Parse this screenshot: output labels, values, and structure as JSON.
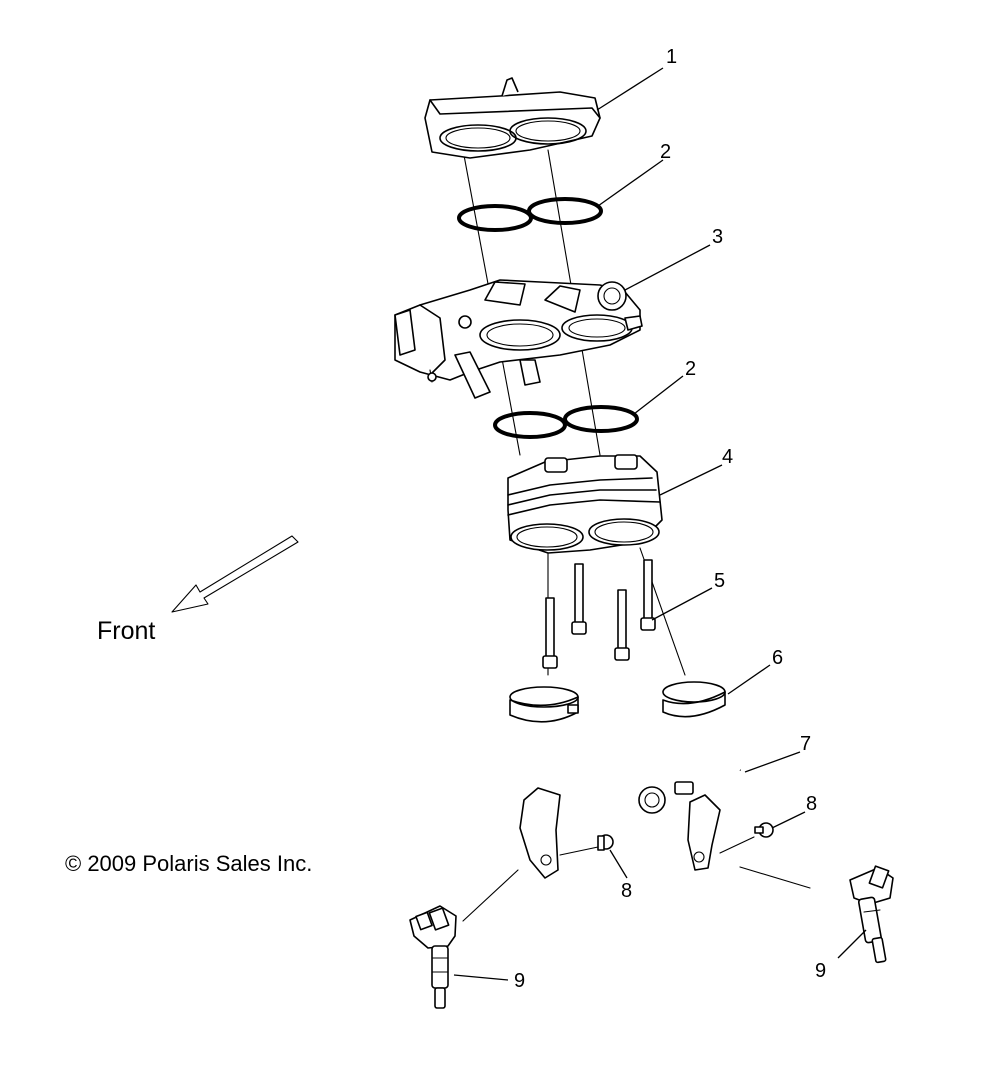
{
  "direction": {
    "label": "Front"
  },
  "copyright": "© 2009 Polaris Sales Inc.",
  "callouts": {
    "c1": "1",
    "c2a": "2",
    "c3": "3",
    "c2b": "2",
    "c4": "4",
    "c5": "5",
    "c6": "6",
    "c7": "7",
    "c8a": "8",
    "c8b": "8",
    "c9a": "9",
    "c9b": "9"
  }
}
